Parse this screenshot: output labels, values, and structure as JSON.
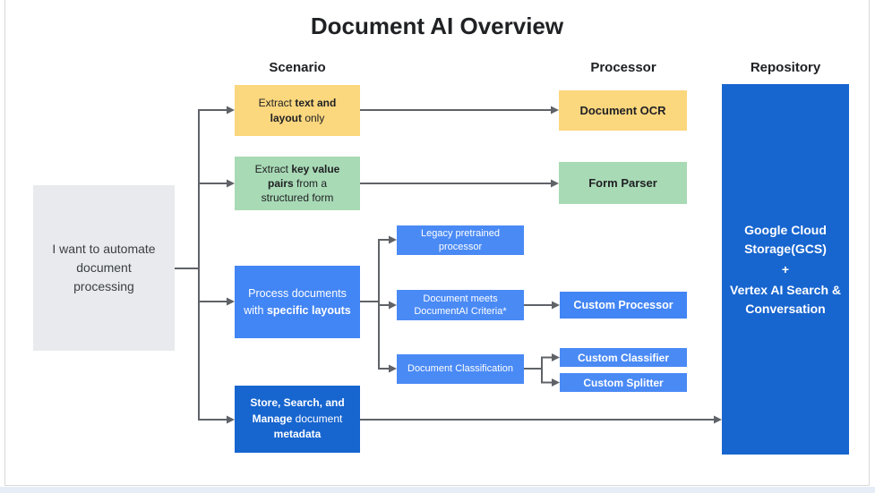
{
  "title": "Document AI Overview",
  "headers": {
    "scenario": "Scenario",
    "processor": "Processor",
    "repository": "Repository"
  },
  "start_node": {
    "text": "I want to automate document processing"
  },
  "scenarios": {
    "extract_text": {
      "p1": "Extract ",
      "b1": "text and layout",
      "p2": " only"
    },
    "extract_kv": {
      "p1": "Extract ",
      "b1": "key value pairs",
      "p2": " from a structured form"
    },
    "specific_layouts": {
      "p1": "Process documents with ",
      "b1": "specific layouts"
    },
    "store_search": {
      "b1": "Store, Search, and Manage",
      "mid": " document ",
      "b2": "metadata"
    }
  },
  "decisions": {
    "legacy": "Legacy pretrained processor",
    "criteria": "Document meets DocumentAI Criteria*",
    "classification": "Document Classification"
  },
  "processors": {
    "ocr": "Document OCR",
    "form_parser": "Form Parser",
    "custom_processor": "Custom Processor",
    "custom_classifier": "Custom Classifier",
    "custom_splitter": "Custom Splitter"
  },
  "repository": {
    "line1": "Google Cloud Storage(GCS)",
    "line2": "+",
    "line3": "Vertex AI Search & Conversation"
  },
  "colors": {
    "yellow": "#fbd77e",
    "green": "#a8dab5",
    "blue": "#4285f4",
    "blue_light": "#4a8af5",
    "dark_blue": "#1765cf",
    "gray_node": "#e8eaed",
    "line": "#5f6368",
    "frame_border": "#d9d9d9",
    "bottom_strip": "#e7edf6"
  }
}
